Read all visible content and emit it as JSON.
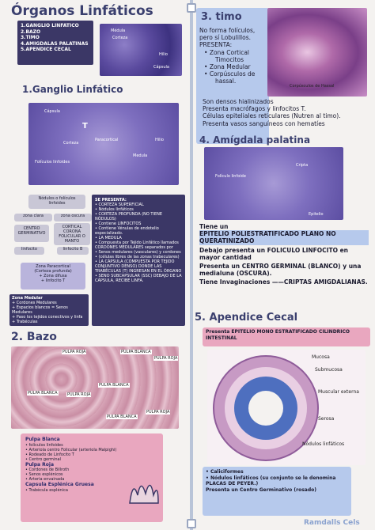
{
  "left": {
    "title": "Órganos Linfáticos",
    "toc": [
      "1.GANGLIO LINFATICO",
      "2.BAZO",
      "3.TIMO",
      "4.AMIGDALAS PALATINAS",
      "5.APENDICE CECAL"
    ],
    "img1_labels": [
      "Médula",
      "Corteza",
      "Hilio",
      "Cápsula"
    ],
    "ganglio": {
      "title": "1.Ganglio Linfático",
      "img_labels": [
        "Cápsula",
        "T",
        "Corteza",
        "Paracortical",
        "Folículos linfoides",
        "Medula",
        "Hilio"
      ],
      "nodulos_title": "Nódulos o folículos linfoides",
      "zona_clara": "zona clara",
      "zona_oscura": "zona oscura",
      "centro": "CENTRO GERMINATIVO",
      "cortical": "CORTICAL CORONA FOLICULAR O MANTO",
      "linfocito": "linfocito",
      "linfocito_b": "linfocito B",
      "paracortical": [
        "Zona Paracortical",
        "(Corteza profunda)",
        "+ Zona difusa",
        "+ linfocito T"
      ],
      "medular": [
        "Zona Medular",
        "+ Cordones Medulares",
        "+ Espacios blancos = Senos Medulares",
        "+ Paso los tejidos conectivos y linfa",
        "+ Trabéculas"
      ],
      "presenta_title": "SE PRESENTA:",
      "presenta": [
        "CORTEZA SUPERFICIAL",
        "Nódulos linfáticos",
        "CORTEZA PROFUNDA (NO TIENE NÓDULOS)",
        "Contiene LINFOCITOS",
        "Contiene Vénulas de endotelio especializado.",
        "LA MEDULA",
        "Compuesta por Tejido Linfático llamados CORDONES MEDULARES separados por",
        "Senos medulares (vasculares) y cordones",
        "(células libres de las zonas trabeculares)",
        "LA CÁPSULA (COMPUESTA POR TEJIDO CONJUNTIVO DENSO) DONDE LAS TRABÉCULAS (T) INGRESAN EN EL ÓRGANO",
        "SENO SUBCAPSULAR (SSC) DEBAJO DE LA CÁPSULA, RECIBE LINFA."
      ]
    },
    "bazo": {
      "title": "2. Bazo",
      "img_labels": [
        "PULPA ROJA",
        "PULPA BLANCA",
        "PULPA ROJA",
        "PULPA BLANCA",
        "PULPA ROJA",
        "PULPA BLANCA",
        "PULPA BLANCA",
        "PULPA ROJA"
      ],
      "pulpa_blanca": "Pulpa Blanca",
      "pb_items": [
        "folículos linfoides",
        "Arteriola centro Folicular (arteriola Malpighi)",
        "Rodeado de Linfocito T",
        "Centro germinal"
      ],
      "pulpa_roja": "Pulpa Roja",
      "pr_items": [
        "Cordones de Billroth",
        "Senos esplénicos",
        "Arteria envainada"
      ],
      "capsula": "Capsula Esplénica Gruesa",
      "capsula_items": [
        "Trabécula esplénica"
      ]
    }
  },
  "right": {
    "timo": {
      "title": "3. timo",
      "text1": [
        "No forma folículos,",
        "pero sí Lobulillos.",
        "PRESENTA:"
      ],
      "items": [
        "Zona Cortical",
        "Timocitos",
        "Zona Medular",
        "Corpúsculos de",
        "hassal."
      ],
      "note1": "Son densos hialinizados",
      "note2": "Presenta macrófagos  y linfocitos T.",
      "note3": "Células epiteliales reticulares (Nutren al timo).",
      "note4": "Presenta vasos sanguíneos  con hematíes",
      "img_text": "Corpúsculos de Hassal"
    },
    "amigdala": {
      "title": "4. Amígdala palatina",
      "img_labels": [
        "Folículo linfoide",
        "Cripta",
        "Epitelio"
      ],
      "tiene": "Tiene un",
      "epitelio": "EPITELIO POLIESTRATIFICADO  PLANO NO QUERATINIZADO",
      "foliculo": "Debajo presenta un FOLICULO LINFOCITO en mayor cantidad",
      "centro": "Presenta un CENTRO GERMINAL (BLANCO) y una medialuna (OSCURA).",
      "invag": "Tiene Invaginaciones ——CRIPTAS AMIGDALIANAS."
    },
    "apendice": {
      "title": "5. Apendice Cecal",
      "presenta": "Presenta EPITELIO MONO ESTRATIFICADO CILINDRICO INTESTINAL",
      "img_labels": [
        "Mucosa",
        "Submucosa",
        "Muscular externa",
        "Serosa",
        "Nódulos linfáticos"
      ],
      "items": [
        "Caliciformes",
        "Nódulos linfáticos  (su conjunto se le denomina  PLACAS DE PEYER.)",
        "Presenta un Centro Germinativo (rosado)"
      ],
      "watermark": "Ramdalls Cels"
    }
  }
}
